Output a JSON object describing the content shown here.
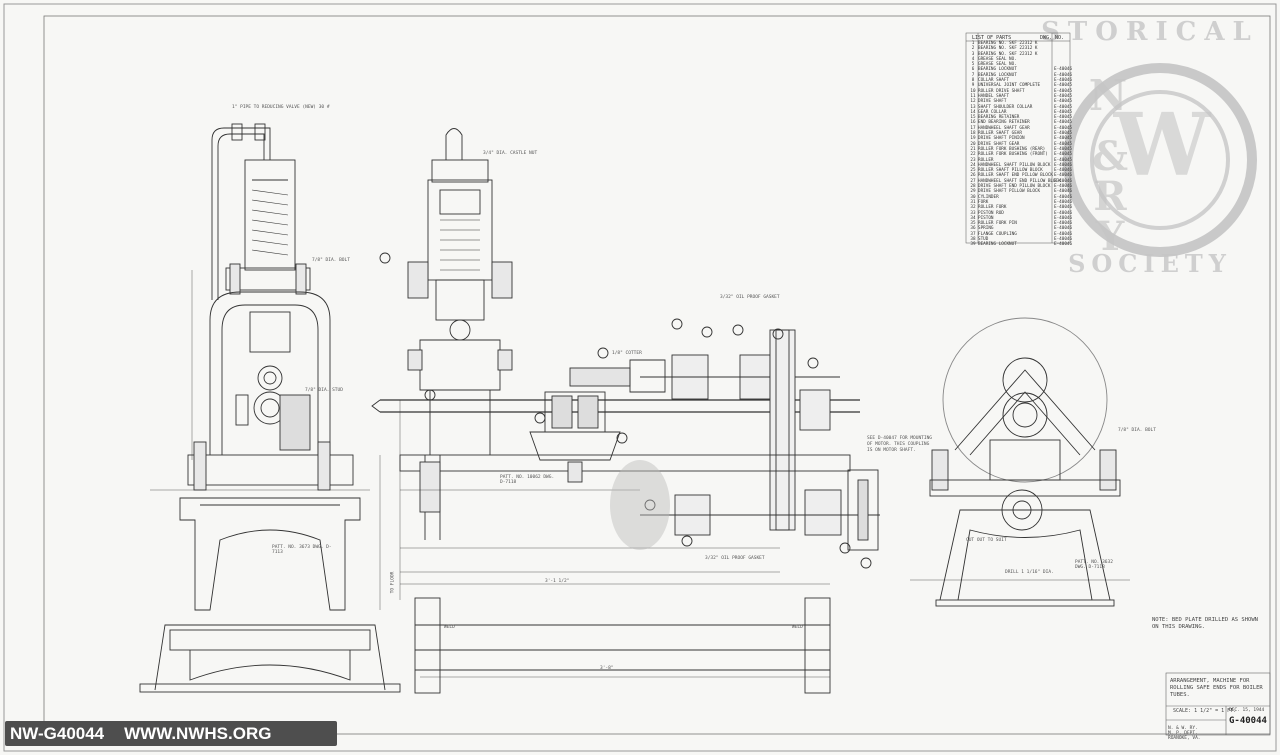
{
  "parts_list": {
    "title": "LIST OF PARTS",
    "col_dwg": "DWG. NO.",
    "rows": [
      {
        "no": "1",
        "name": "BEARING NO. SKF 22312 K",
        "dwg": ""
      },
      {
        "no": "2",
        "name": "BEARING NO. SKF 22312 K",
        "dwg": ""
      },
      {
        "no": "3",
        "name": "BEARING NO. SKF 22312 K",
        "dwg": ""
      },
      {
        "no": "4",
        "name": "GREASE SEAL NO.",
        "dwg": ""
      },
      {
        "no": "5",
        "name": "GREASE SEAL NO.",
        "dwg": ""
      },
      {
        "no": "6",
        "name": "BEARING LOCKNUT",
        "dwg": "E-40046"
      },
      {
        "no": "7",
        "name": "BEARING LOCKNUT",
        "dwg": "E-40046"
      },
      {
        "no": "8",
        "name": "COLLAR SHAFT",
        "dwg": "E-40046"
      },
      {
        "no": "9",
        "name": "UNIVERSAL JOINT COMPLETE",
        "dwg": "E-40045"
      },
      {
        "no": "10",
        "name": "ROLLER DRIVE SHAFT",
        "dwg": "E-40045"
      },
      {
        "no": "11",
        "name": "HANDEL SHAFT",
        "dwg": "E-40045"
      },
      {
        "no": "12",
        "name": "DRIVE SHAFT",
        "dwg": "E-40045"
      },
      {
        "no": "13",
        "name": "SHAFT SHOULDER COLLAR",
        "dwg": "E-40045"
      },
      {
        "no": "14",
        "name": "GEAR COLLAR",
        "dwg": "E-40045"
      },
      {
        "no": "15",
        "name": "BEARING RETAINER",
        "dwg": "E-40045"
      },
      {
        "no": "16",
        "name": "END BEARING RETAINER",
        "dwg": "E-40045"
      },
      {
        "no": "17",
        "name": "HANDWHEEL SHAFT GEAR",
        "dwg": "E-40045"
      },
      {
        "no": "18",
        "name": "ROLLER SHAFT GEAR",
        "dwg": "E-40045"
      },
      {
        "no": "19",
        "name": "DRIVE SHAFT PINION",
        "dwg": "E-40045"
      },
      {
        "no": "20",
        "name": "DRIVE SHAFT GEAR",
        "dwg": "E-40045"
      },
      {
        "no": "21",
        "name": "ROLLER FORK BUSHING (REAR)",
        "dwg": "E-40045"
      },
      {
        "no": "22",
        "name": "ROLLER FORK BUSHING (FRONT)",
        "dwg": "E-40045"
      },
      {
        "no": "23",
        "name": "ROLLER",
        "dwg": "E-40045"
      },
      {
        "no": "24",
        "name": "HANDWHEEL SHAFT PILLOW BLOCK",
        "dwg": "E-40046"
      },
      {
        "no": "25",
        "name": "ROLLER SHAFT PILLOW BLOCK",
        "dwg": "E-40046"
      },
      {
        "no": "26",
        "name": "ROLLER SHAFT END PILLOW BLOCK",
        "dwg": "E-40046"
      },
      {
        "no": "27",
        "name": "HANDWHEEL SHAFT END PILLOW BLOCK",
        "dwg": "E-40046"
      },
      {
        "no": "28",
        "name": "DRIVE SHAFT END PILLOW BLOCK",
        "dwg": "E-40046"
      },
      {
        "no": "29",
        "name": "DRIVE SHAFT PILLOW BLOCK",
        "dwg": "E-40046"
      },
      {
        "no": "30",
        "name": "CYLINDER",
        "dwg": "E-40046"
      },
      {
        "no": "31",
        "name": "FORK",
        "dwg": "E-40046"
      },
      {
        "no": "32",
        "name": "ROLLER FORK",
        "dwg": "E-40046"
      },
      {
        "no": "33",
        "name": "PISTON ROD",
        "dwg": "E-40046"
      },
      {
        "no": "34",
        "name": "PISTON",
        "dwg": "E-40046"
      },
      {
        "no": "35",
        "name": "ROLLER FORK PIN",
        "dwg": "E-40046"
      },
      {
        "no": "36",
        "name": "SPRING",
        "dwg": "E-40046"
      },
      {
        "no": "37",
        "name": "FLANGE COUPLING",
        "dwg": "E-40046"
      },
      {
        "no": "38",
        "name": "STUD",
        "dwg": "E-40046"
      },
      {
        "no": "39",
        "name": "BEARING LOCKNUT",
        "dwg": "E-40046"
      }
    ]
  },
  "watermark": {
    "top": "STORICAL",
    "bottom": "SOCIETY",
    "mark": [
      "N",
      "&",
      "R",
      "Y",
      "W"
    ],
    "color": "#c6c6c6"
  },
  "labels": {
    "pipe_note": "1\" PIPE TO REDUCING VALVE (NEW) 30 #",
    "castle_nut": "3/4\" DIA. CASTLE NUT",
    "dia_bolt_top": "7/8\" DIA. BOLT",
    "dia_stud": "7/8\" DIA. STUD",
    "patt_base": "PATT. NO. 3673  DWG. D-7113",
    "patt_center": "PATT. NO. 10062  DWG. D-7118",
    "patt_right": "PATT. NO. 3632  DWG. D-7118",
    "oil_proof_gasket_top": "3/32\" OIL PROOF GASKET",
    "oil_proof_gasket_bottom": "3/32\" OIL PROOF GASKET",
    "cotter": "1/8\" COTTER",
    "motor_note": "SEE D-40047 FOR MOUNTING OF MOTOR. THIS COUPLING IS ON MOTOR SHAFT.",
    "cut_out": "CUT OUT TO SUIT",
    "dia_bolt_right": "7/8\" DIA. BOLT",
    "drill": "DRILL 1 1/16\" DIA.",
    "to_floor": "TO FLOOR",
    "weld_left": "WELD",
    "weld_right": "WELD",
    "dim_overall": "3'-1 1/2\"",
    "dim_base": "3'-8\""
  },
  "note": "NOTE: BED PLATE DRILLED AS SHOWN ON THIS DRAWING.",
  "title_block": {
    "title": "ARRANGEMENT, MACHINE FOR ROLLING SAFE ENDS FOR BOILER TUBES.",
    "scale": "SCALE: 1 1/2\" = 1 FT.",
    "company": [
      "N. & W. RY.",
      "M. P. DEPT.",
      "ROANOKE, VA."
    ],
    "date": "DEC. 15, 1944",
    "drawing_no": "G-40044"
  },
  "banner": {
    "id": "NW-G40044",
    "url": "WWW.NWHS.ORG"
  }
}
